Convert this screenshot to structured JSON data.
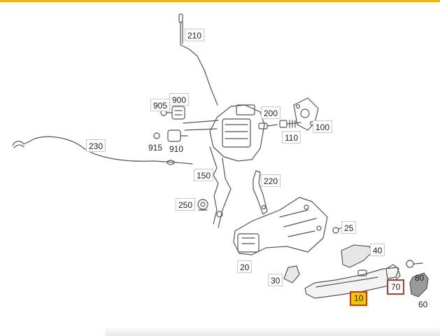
{
  "accent_color": "#f2b418",
  "highlight_color": "#f5c400",
  "outline_color": "#c0392b",
  "callouts": {
    "p210": "210",
    "p905": "905",
    "p900": "900",
    "p200": "200",
    "p100": "100",
    "p110": "110",
    "p230": "230",
    "p915": "915",
    "p910": "910",
    "p150": "150",
    "p220": "220",
    "p250": "250",
    "p25": "25",
    "p40": "40",
    "p20": "20",
    "p80": "80",
    "p30": "30",
    "p70": "70",
    "p10": "10",
    "p60": "60"
  }
}
